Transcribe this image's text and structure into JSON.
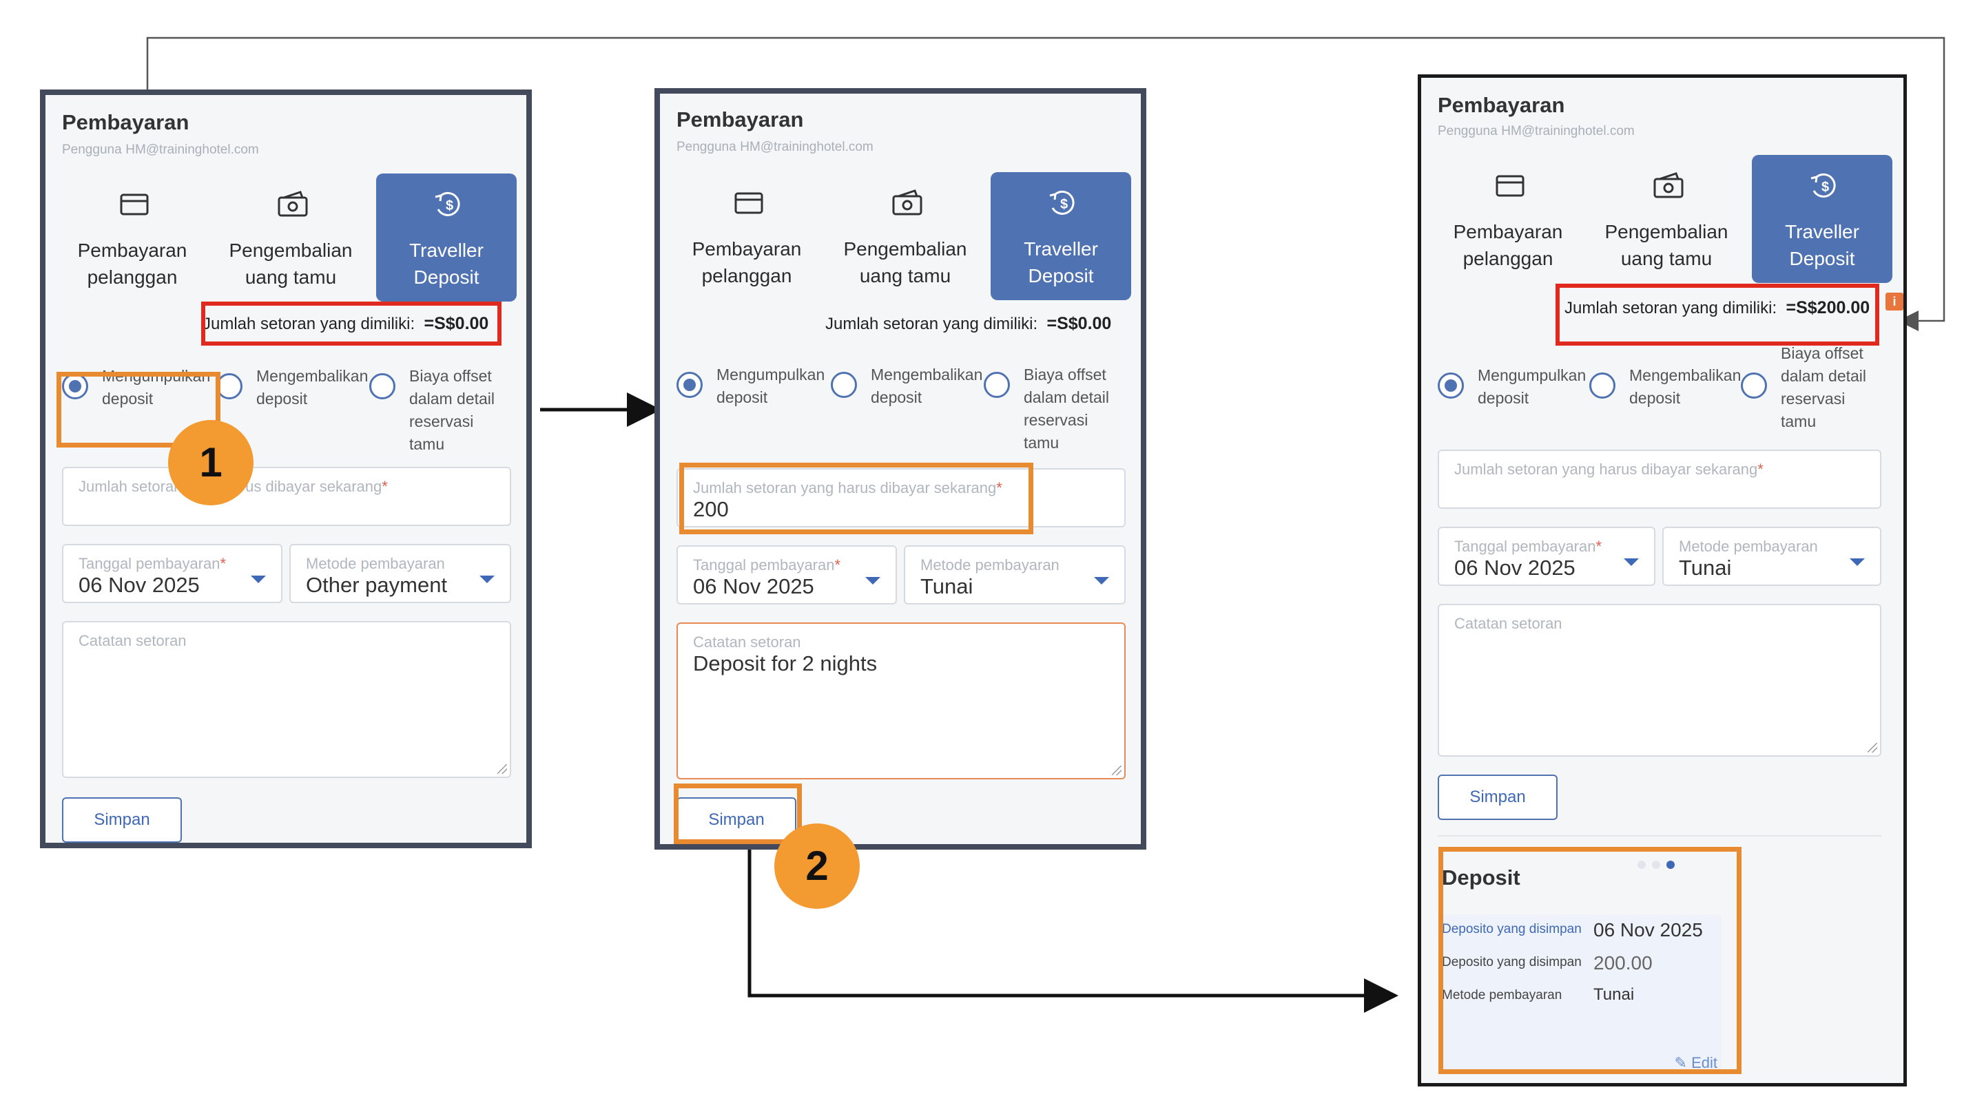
{
  "common": {
    "title": "Pembayaran",
    "user_label": "Pengguna",
    "user_email": "HM@traininghotel.com",
    "tabs": [
      {
        "label1": "Pembayaran",
        "label2": "pelanggan",
        "icon": "credit-card-icon"
      },
      {
        "label1": "Pengembalian",
        "label2": "uang tamu",
        "icon": "cash-refund-icon"
      },
      {
        "label1": "Traveller",
        "label2": "Deposit",
        "icon": "dollar-return-icon"
      }
    ],
    "balance_label": "Jumlah setoran yang dimiliki:",
    "radio_options": [
      {
        "l1": "Mengumpulkan",
        "l2": "deposit"
      },
      {
        "l1": "Mengembalikan",
        "l2": "deposit"
      },
      {
        "l1": "Biaya offset",
        "l2": "dalam detail",
        "l3": "reservasi",
        "l4": "tamu"
      }
    ],
    "amount_placeholder": "Jumlah setoran yang harus dibayar sekarang",
    "date_placeholder": "Tanggal pembayaran",
    "method_placeholder": "Metode pembayaran",
    "note_placeholder": "Catatan setoran",
    "required_mark": "*",
    "save_label": "Simpan"
  },
  "panel1": {
    "balance_value": "=S$0.00",
    "amount_value": "",
    "date_value": "06 Nov 2025",
    "method_value": "Other payment",
    "note_value": ""
  },
  "panel2": {
    "balance_value": "=S$0.00",
    "amount_value": "200",
    "date_value": "06 Nov 2025",
    "method_value": "Tunai",
    "note_value": "Deposit for 2 nights"
  },
  "panel3": {
    "balance_value": "=S$200.00",
    "amount_value": "",
    "date_value": "06 Nov 2025",
    "method_value": "Tunai",
    "note_value": "",
    "info_badge": "i",
    "deposit": {
      "title": "Deposit",
      "rows": [
        {
          "label": "Deposito yang disimpan",
          "value": "06 Nov 2025"
        },
        {
          "label": "Deposito yang disimpan",
          "value": "200.00"
        },
        {
          "label": "Metode pembayaran",
          "value": "Tunai"
        }
      ],
      "edit_label": "Edit"
    }
  },
  "steps": [
    "1",
    "2"
  ],
  "colors": {
    "accent": "#4f72b2",
    "highlight_red": "#e02a20",
    "highlight_orange": "#e88a30",
    "badge": "#f39a31"
  }
}
